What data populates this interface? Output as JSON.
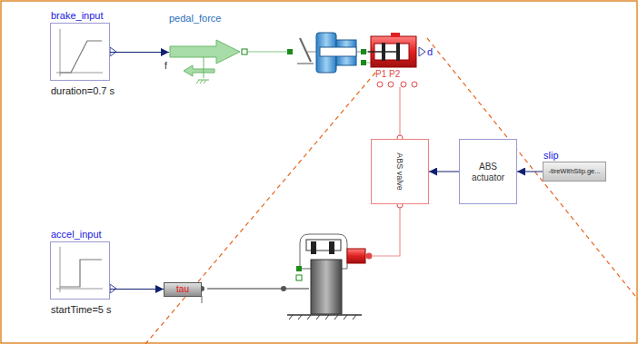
{
  "diagram": {
    "nodes": [
      {
        "text": [
          "brake_input",
          "duration=0.7 s"
        ]
      },
      {
        "text": [
          "pedal_force"
        ]
      },
      {
        "text": [
          "ABS valve"
        ]
      },
      {
        "text": [
          "ABS actuator"
        ]
      },
      {
        "text": [
          "slip",
          "-tireWithSlip.ge..."
        ]
      },
      {
        "text": [
          "accel_input",
          "startTime=5 s"
        ]
      },
      {
        "text": [
          "tau"
        ]
      }
    ],
    "edges": [
      {
        "from": 0,
        "to": 1,
        "arrow": "to"
      },
      {
        "from": 4,
        "to": 3,
        "arrow": "to"
      },
      {
        "from": 3,
        "to": 2,
        "arrow": "to"
      },
      {
        "from": 5,
        "to": 6,
        "arrow": "to"
      }
    ],
    "labels": [
      "f",
      "P1",
      "P2",
      "d"
    ]
  }
}
